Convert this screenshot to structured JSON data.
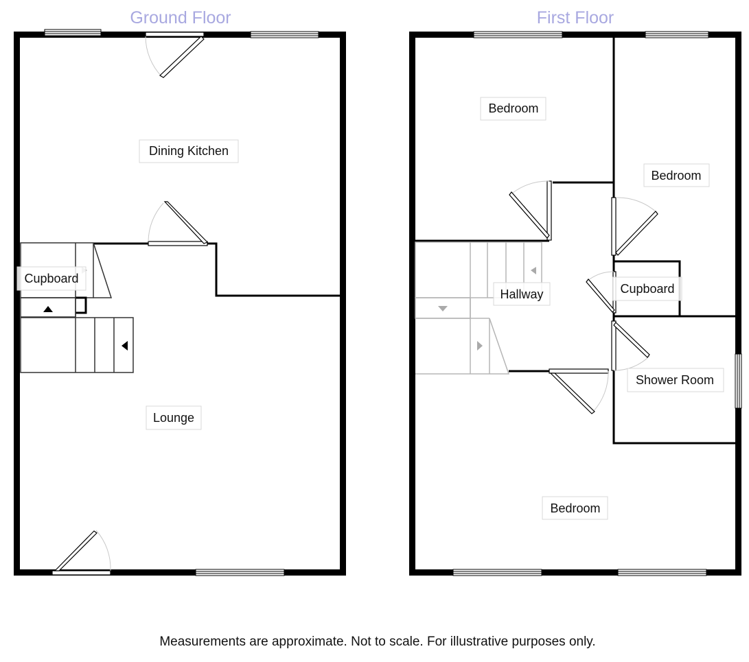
{
  "floors": [
    {
      "title": "Ground Floor",
      "rooms": [
        {
          "label": "Dining Kitchen"
        },
        {
          "label": "Cupboard"
        },
        {
          "label": "Lounge"
        }
      ]
    },
    {
      "title": "First Floor",
      "rooms": [
        {
          "label": "Bedroom"
        },
        {
          "label": "Bedroom"
        },
        {
          "label": "Hallway"
        },
        {
          "label": "Cupboard"
        },
        {
          "label": "Shower Room"
        },
        {
          "label": "Bedroom"
        }
      ]
    }
  ],
  "footer": {
    "disclaimer": "Measurements are approximate. Not to scale. For illustrative purposes only."
  },
  "colors": {
    "title": "#a8a8e0",
    "wall": "#000000",
    "label_border": "#d9d9d9"
  }
}
